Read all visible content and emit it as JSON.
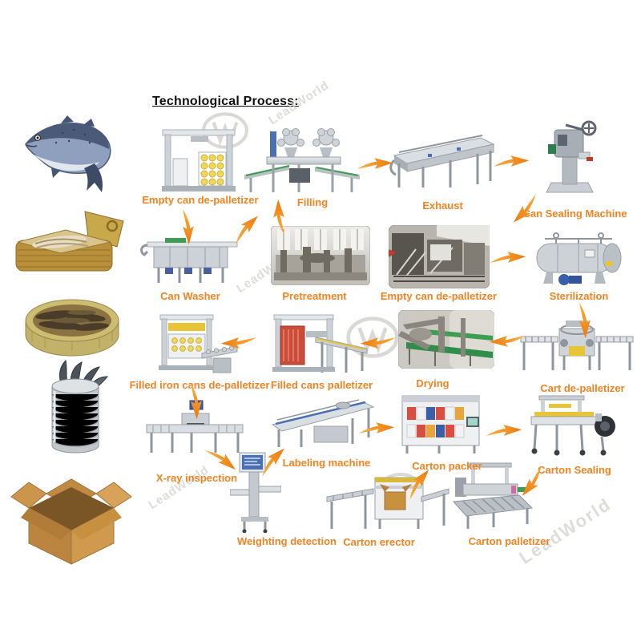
{
  "title": "Technological Process:",
  "accent_color": "#F5821F",
  "watermark": {
    "text": "LeadWorld"
  },
  "side_products": [
    {
      "name": "fresh-salmon"
    },
    {
      "name": "opened-rectangular-sardine-can"
    },
    {
      "name": "round-sardine-can"
    },
    {
      "name": "tin-can-with-fish"
    },
    {
      "name": "open-carton-box"
    }
  ],
  "steps": [
    {
      "id": "empty-can-depalletizer-1",
      "label": "Empty can de-palletizer"
    },
    {
      "id": "filling",
      "label": "Filling"
    },
    {
      "id": "exhaust",
      "label": "Exhaust"
    },
    {
      "id": "can-sealing-machine",
      "label": "Can Sealing Machine"
    },
    {
      "id": "can-washer",
      "label": "Can Washer"
    },
    {
      "id": "pretreatment",
      "label": "Pretreatment"
    },
    {
      "id": "empty-can-depalletizer-2",
      "label": "Empty can de-palletizer"
    },
    {
      "id": "sterilization",
      "label": "Sterilization"
    },
    {
      "id": "filled-iron-cans-depalletizer",
      "label": "Filled iron cans de-palletizer"
    },
    {
      "id": "filled-cans-palletizer",
      "label": "Filled cans palletizer"
    },
    {
      "id": "drying",
      "label": "Drying"
    },
    {
      "id": "cart-depalletizer",
      "label": "Cart de-palletizer"
    },
    {
      "id": "xray-inspection",
      "label": "X-ray inspection"
    },
    {
      "id": "labeling-machine",
      "label": "Labeling machine"
    },
    {
      "id": "carton-packer",
      "label": "Carton packer"
    },
    {
      "id": "carton-sealing",
      "label": "Carton Sealing"
    },
    {
      "id": "weighting-detection",
      "label": "Weighting detection"
    },
    {
      "id": "carton-erector",
      "label": "Carton erector"
    },
    {
      "id": "carton-palletizer",
      "label": "Carton palletizer"
    }
  ],
  "flow": [
    {
      "from": "empty-can-depalletizer-1",
      "to": "can-washer"
    },
    {
      "from": "can-washer",
      "to": "filling"
    },
    {
      "from": "pretreatment",
      "to": "filling"
    },
    {
      "from": "filling",
      "to": "exhaust"
    },
    {
      "from": "exhaust",
      "to": "can-sealing-machine"
    },
    {
      "from": "can-sealing-machine",
      "to": "empty-can-depalletizer-2"
    },
    {
      "from": "empty-can-depalletizer-2",
      "to": "sterilization"
    },
    {
      "from": "sterilization",
      "to": "cart-depalletizer"
    },
    {
      "from": "cart-depalletizer",
      "to": "drying"
    },
    {
      "from": "drying",
      "to": "filled-cans-palletizer"
    },
    {
      "from": "filled-cans-palletizer",
      "to": "filled-iron-cans-depalletizer"
    },
    {
      "from": "filled-iron-cans-depalletizer",
      "to": "xray-inspection"
    },
    {
      "from": "xray-inspection",
      "to": "weighting-detection"
    },
    {
      "from": "weighting-detection",
      "to": "labeling-machine"
    },
    {
      "from": "labeling-machine",
      "to": "carton-packer"
    },
    {
      "from": "carton-erector",
      "to": "carton-packer"
    },
    {
      "from": "carton-packer",
      "to": "carton-sealing"
    },
    {
      "from": "carton-sealing",
      "to": "carton-palletizer"
    }
  ]
}
